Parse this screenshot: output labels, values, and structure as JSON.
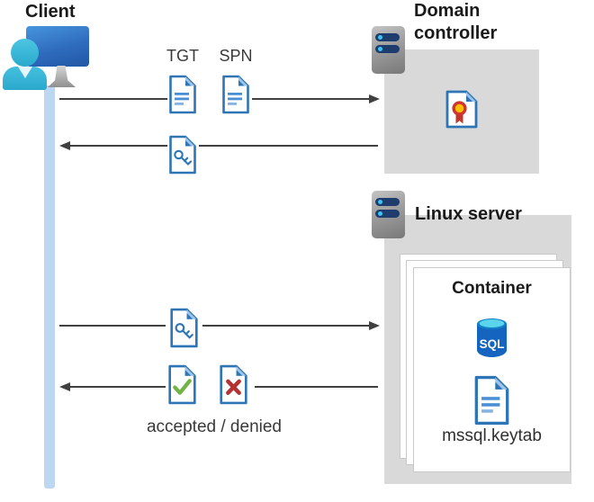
{
  "diagram_title": "Kerberos authentication flow: client, domain controller, SQL Server container on Linux",
  "labels": {
    "client": "Client",
    "domain_controller": "Domain controller",
    "linux_server": "Linux server",
    "container": "Container",
    "tgt": "TGT",
    "spn": "SPN",
    "accepted_denied": "accepted / denied",
    "mssql_keytab": "mssql.keytab",
    "sql": "SQL"
  },
  "flows": [
    {
      "from": "client",
      "to": "domain-controller",
      "direction": "right",
      "items": [
        "TGT",
        "SPN"
      ]
    },
    {
      "from": "domain-controller",
      "to": "client",
      "direction": "left",
      "items": [
        "service ticket (key)"
      ]
    },
    {
      "from": "client",
      "to": "linux-server",
      "direction": "right",
      "items": [
        "service ticket (key)"
      ]
    },
    {
      "from": "linux-server",
      "to": "client",
      "direction": "left",
      "items": [
        "accepted",
        "denied"
      ]
    }
  ],
  "colors": {
    "doc_blue": "#2E75B6",
    "doc_line_blue": "#4A8FD3",
    "doc_line_light": "#85B4E3",
    "fold_light": "#9DC3E6",
    "arrow_gray": "#404040",
    "timeline_blue": "#BDD7F3",
    "zone_gray": "#D9D9D9",
    "server_navy": "#1F3C6E",
    "server_dot": "#3EC3F0",
    "check_green": "#73B344",
    "cross_red": "#B53232",
    "cert_yellow": "#FFC000",
    "cert_red": "#CF3430",
    "sql_body_blue": "#1565C0",
    "sql_top_cyan": "#5BD5EE"
  }
}
